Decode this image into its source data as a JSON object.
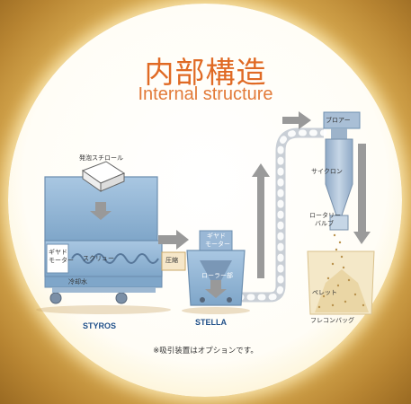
{
  "title": {
    "ja": "内部構造",
    "en": "Internal structure"
  },
  "machines": {
    "styros": "STYROS",
    "stella": "STELLA"
  },
  "labels": {
    "foam_styrol": "発泡スチロール",
    "gear_motor_left": [
      "ギヤド",
      "モーター"
    ],
    "screw": "スクリュー",
    "cooling_water": "冷却水",
    "compression": "圧縮",
    "gear_motor_right": [
      "ギヤド",
      "モーター"
    ],
    "roller_section": "ローラー部",
    "blower": "ブロアー",
    "cyclone": "サイクロン",
    "rotary_valve": [
      "ロータリー",
      "バルブ"
    ],
    "pellet": "ペレット",
    "flecon_bag": "フレコンバッグ"
  },
  "note": "※吸引装置はオプションです。",
  "colors": {
    "title": "#e06a24",
    "tank": "#8fb4d4",
    "arrow": "#9a9a9a",
    "machine_name": "#1f4f86"
  }
}
